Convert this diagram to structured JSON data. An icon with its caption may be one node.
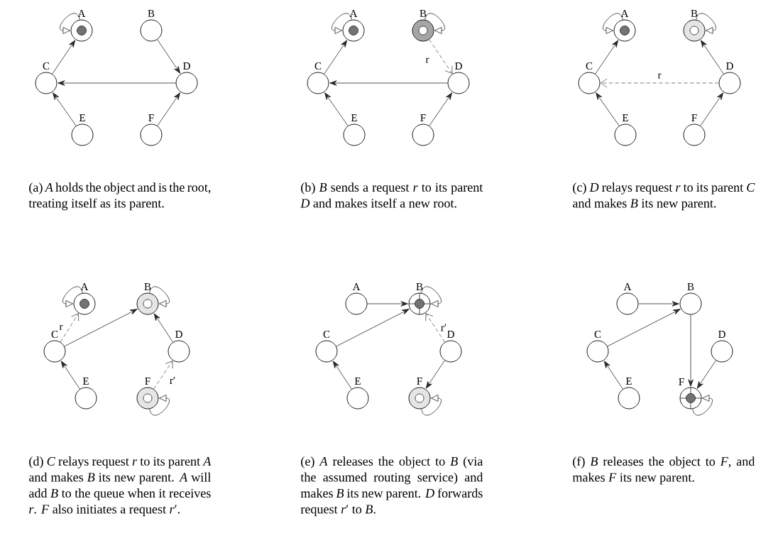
{
  "diagram": {
    "nodes": [
      {
        "text": [
          "A"
        ]
      },
      {
        "text": [
          "B"
        ]
      },
      {
        "text": [
          "C"
        ]
      },
      {
        "text": [
          "D"
        ]
      },
      {
        "text": [
          "E"
        ]
      },
      {
        "text": [
          "F"
        ]
      },
      {
        "text": [
          "A"
        ]
      },
      {
        "text": [
          "B"
        ]
      },
      {
        "text": [
          "C"
        ]
      },
      {
        "text": [
          "D"
        ]
      },
      {
        "text": [
          "E"
        ]
      },
      {
        "text": [
          "F"
        ]
      },
      {
        "text": [
          "A"
        ]
      },
      {
        "text": [
          "B"
        ]
      },
      {
        "text": [
          "C"
        ]
      },
      {
        "text": [
          "D"
        ]
      },
      {
        "text": [
          "E"
        ]
      },
      {
        "text": [
          "F"
        ]
      },
      {
        "text": [
          "A"
        ]
      },
      {
        "text": [
          "B"
        ]
      },
      {
        "text": [
          "C"
        ]
      },
      {
        "text": [
          "D"
        ]
      },
      {
        "text": [
          "E"
        ]
      },
      {
        "text": [
          "F"
        ]
      },
      {
        "text": [
          "A"
        ]
      },
      {
        "text": [
          "B"
        ]
      },
      {
        "text": [
          "C"
        ]
      },
      {
        "text": [
          "D"
        ]
      },
      {
        "text": [
          "E"
        ]
      },
      {
        "text": [
          "F"
        ]
      },
      {
        "text": [
          "A"
        ]
      },
      {
        "text": [
          "B"
        ]
      },
      {
        "text": [
          "C"
        ]
      },
      {
        "text": [
          "D"
        ]
      },
      {
        "text": [
          "E"
        ]
      },
      {
        "text": [
          "F"
        ]
      }
    ],
    "edges": [
      {
        "from": 0,
        "to": 0,
        "arrow": "to"
      },
      {
        "from": 1,
        "to": 3,
        "arrow": "to"
      },
      {
        "from": 3,
        "to": 2,
        "arrow": "to"
      },
      {
        "from": 2,
        "to": 0,
        "arrow": "to"
      },
      {
        "from": 4,
        "to": 2,
        "arrow": "to"
      },
      {
        "from": 5,
        "to": 3,
        "arrow": "to"
      },
      {
        "from": 6,
        "to": 6,
        "arrow": "to"
      },
      {
        "from": 7,
        "to": 7,
        "arrow": "to"
      },
      {
        "from": 8,
        "to": 6,
        "arrow": "to"
      },
      {
        "from": 7,
        "to": 9,
        "arrow": "to",
        "label": "r",
        "style": "dashed"
      },
      {
        "from": 9,
        "to": 8,
        "arrow": "to"
      },
      {
        "from": 10,
        "to": 8,
        "arrow": "to"
      },
      {
        "from": 11,
        "to": 9,
        "arrow": "to"
      },
      {
        "from": 12,
        "to": 12,
        "arrow": "to"
      },
      {
        "from": 13,
        "to": 13,
        "arrow": "to"
      },
      {
        "from": 14,
        "to": 12,
        "arrow": "to"
      },
      {
        "from": 15,
        "to": 13,
        "arrow": "to"
      },
      {
        "from": 15,
        "to": 14,
        "arrow": "to",
        "label": "r",
        "style": "dashed"
      },
      {
        "from": 16,
        "to": 14,
        "arrow": "to"
      },
      {
        "from": 17,
        "to": 15,
        "arrow": "to"
      },
      {
        "from": 18,
        "to": 18,
        "arrow": "to"
      },
      {
        "from": 19,
        "to": 19,
        "arrow": "to"
      },
      {
        "from": 20,
        "to": 18,
        "arrow": "to",
        "label": "r",
        "style": "dashed"
      },
      {
        "from": 20,
        "to": 19,
        "arrow": "to"
      },
      {
        "from": 21,
        "to": 19,
        "arrow": "to"
      },
      {
        "from": 22,
        "to": 20,
        "arrow": "to"
      },
      {
        "from": 23,
        "to": 23,
        "arrow": "to"
      },
      {
        "from": 23,
        "to": 21,
        "arrow": "to",
        "label": "r′",
        "style": "dashed"
      },
      {
        "from": 24,
        "to": 25,
        "arrow": "to"
      },
      {
        "from": 25,
        "to": 25,
        "arrow": "to"
      },
      {
        "from": 26,
        "to": 25,
        "arrow": "to"
      },
      {
        "from": 27,
        "to": 25,
        "arrow": "to",
        "label": "r′",
        "style": "dashed"
      },
      {
        "from": 27,
        "to": 29,
        "arrow": "to"
      },
      {
        "from": 28,
        "to": 26,
        "arrow": "to"
      },
      {
        "from": 29,
        "to": 29,
        "arrow": "to"
      },
      {
        "from": 30,
        "to": 31,
        "arrow": "to"
      },
      {
        "from": 32,
        "to": 31,
        "arrow": "to"
      },
      {
        "from": 31,
        "to": 35,
        "arrow": "to"
      },
      {
        "from": 33,
        "to": 35,
        "arrow": "to"
      },
      {
        "from": 34,
        "to": 32,
        "arrow": "to"
      },
      {
        "from": 35,
        "to": 35,
        "arrow": "to"
      }
    ],
    "labels": [
      "(a) *A* holds the object and is the root, treating itself as its parent.",
      "(b) *B* sends a request *r* to its parent *D* and makes itself a new root.",
      "(c) *D* relays request *r* to its parent *C* and makes *B* its new parent.",
      "(d) *C* relays request *r* to its parent *A* and makes *B* its new parent. *A* will add *B* to the queue when it receives *r*. *F* also initiates a request *r*′.",
      "(e) *A* releases the object to *B* (via the assumed routing service) and makes *B* its new parent. *D* forwards request *r*′ to *B*.",
      "(f) *B* releases the object to *F*, and makes *F* its new parent."
    ]
  }
}
